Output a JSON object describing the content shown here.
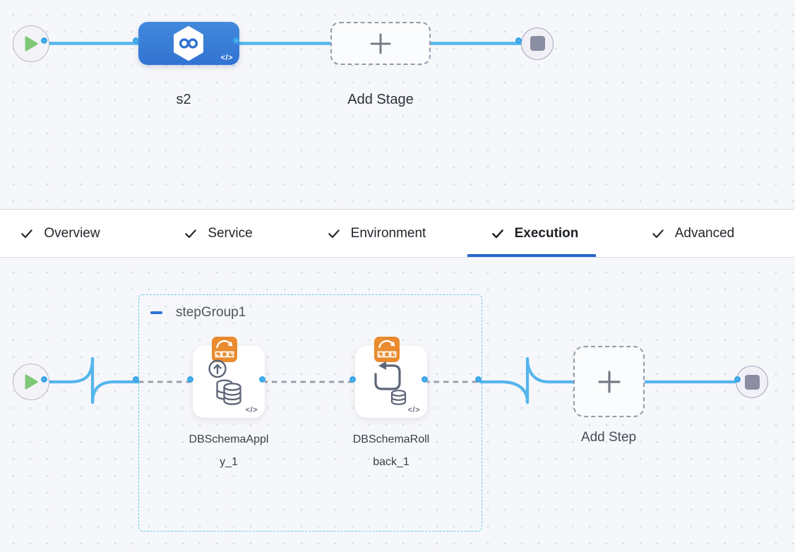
{
  "stage_canvas": {
    "stage": {
      "label": "s2",
      "yaml_badge": "</>"
    },
    "add_stage_label": "Add Stage"
  },
  "tabs": [
    {
      "label": "Overview",
      "checked": true,
      "active": false
    },
    {
      "label": "Service",
      "checked": true,
      "active": false
    },
    {
      "label": "Environment",
      "checked": true,
      "active": false
    },
    {
      "label": "Execution",
      "checked": true,
      "active": true
    },
    {
      "label": "Advanced",
      "checked": true,
      "active": false
    }
  ],
  "execution_canvas": {
    "step_group": {
      "label": "stepGroup1"
    },
    "steps": [
      {
        "label": "DBSchemaApply_1",
        "icon": "db-schema-apply-icon",
        "badge_icon": "db-devops-badge-icon",
        "yaml_badge": "</>"
      },
      {
        "label": "DBSchemaRollback_1",
        "icon": "db-schema-rollback-icon",
        "badge_icon": "db-devops-badge-icon",
        "yaml_badge": "</>"
      }
    ],
    "add_step_label": "Add Step"
  },
  "colors": {
    "connector_blue": "#55b5ed",
    "port_blue": "#3ba6e8",
    "dashed_connector_gray": "#989aac",
    "stage_blue": "#3b7fd7",
    "active_tab_underline": "#2667cd",
    "step_group_border": "#6cc6e7",
    "badge_orange": "#e98b2e",
    "play_green": "#7fc878"
  }
}
